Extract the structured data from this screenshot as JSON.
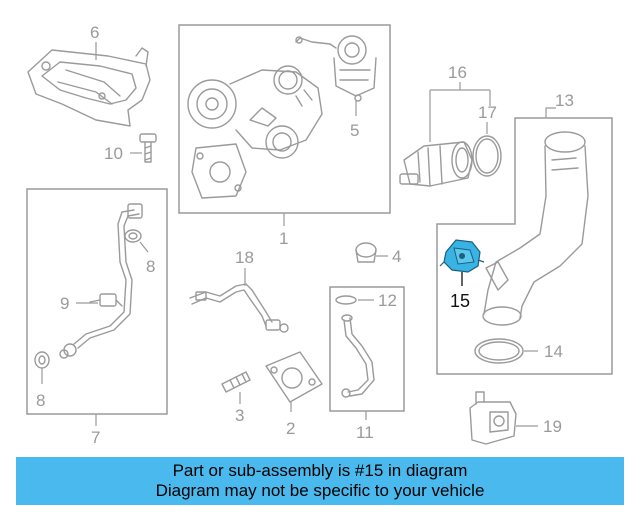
{
  "colors": {
    "line": "#9a9a9a",
    "highlight_part": "#39b3e3",
    "banner": "#4ab9ee",
    "highlight_text": "#111111"
  },
  "callouts": {
    "c1": "1",
    "c2": "2",
    "c3": "3",
    "c4": "4",
    "c5": "5",
    "c6": "6",
    "c7": "7",
    "c8a": "8",
    "c8b": "8",
    "c9": "9",
    "c10": "10",
    "c11": "11",
    "c12": "12",
    "c13": "13",
    "c14": "14",
    "c15": "15",
    "c16": "16",
    "c17": "17",
    "c18": "18",
    "c19": "19"
  },
  "banner": {
    "line1": "Part or sub-assembly is #15 in diagram",
    "line2": "Diagram may not be specific to your vehicle"
  }
}
